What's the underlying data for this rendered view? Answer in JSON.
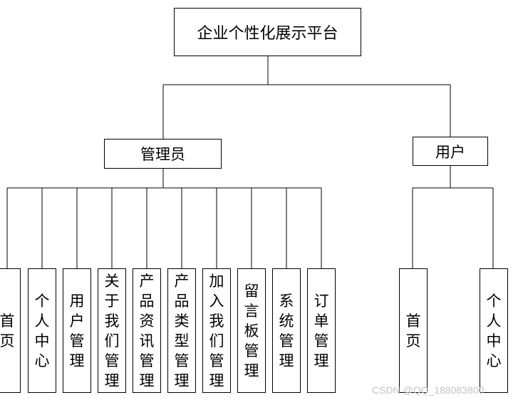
{
  "title": "企业个性化展示平台",
  "roles": {
    "admin": {
      "label": "管理员",
      "modules": [
        "首页",
        "个人中心",
        "用户管理",
        "关于我们管理",
        "产品资讯管理",
        "产品类型管理",
        "加入我们管理",
        "留言板管理",
        "系统管理",
        "订单管理"
      ]
    },
    "user": {
      "label": "用户",
      "modules": [
        "首页",
        "个人中心"
      ]
    }
  },
  "watermark": "CSDN @QQ_188083800"
}
